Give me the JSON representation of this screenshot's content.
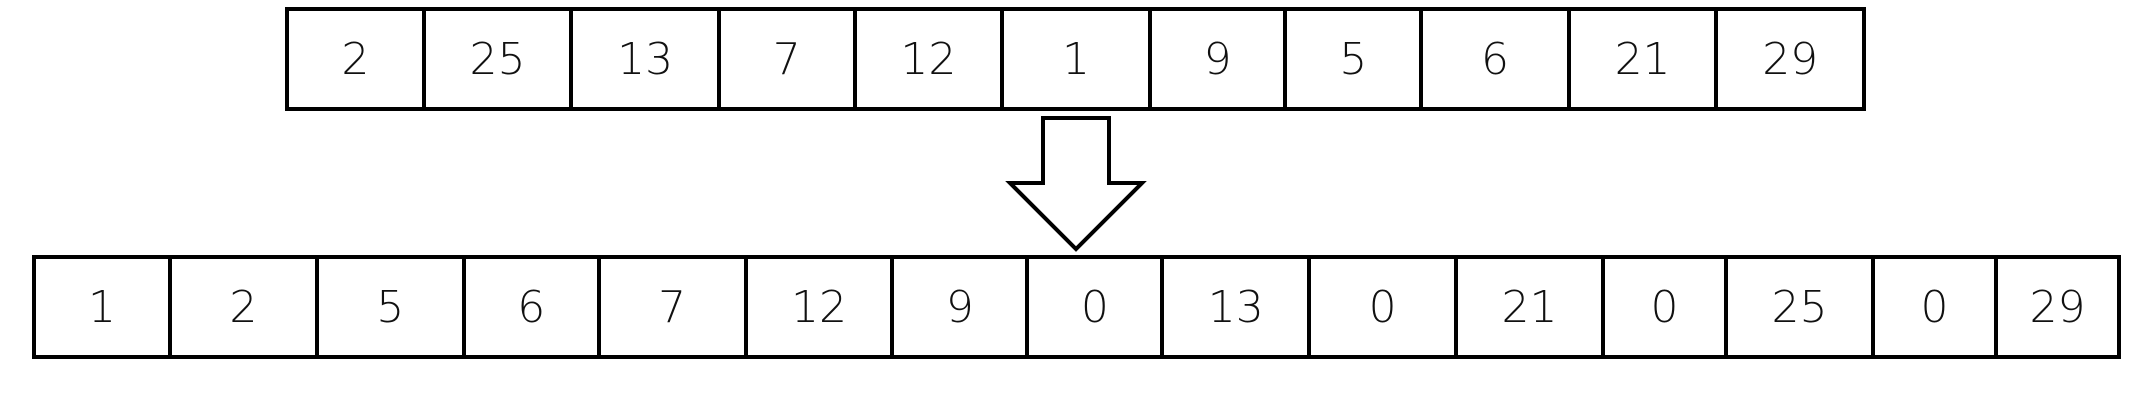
{
  "input_array": [
    "2",
    "25",
    "13",
    "7",
    "12",
    "1",
    "9",
    "5",
    "6",
    "21",
    "29"
  ],
  "output_array": [
    "1",
    "2",
    "5",
    "6",
    "7",
    "12",
    "9",
    "0",
    "13",
    "0",
    "21",
    "0",
    "25",
    "0",
    "29"
  ]
}
